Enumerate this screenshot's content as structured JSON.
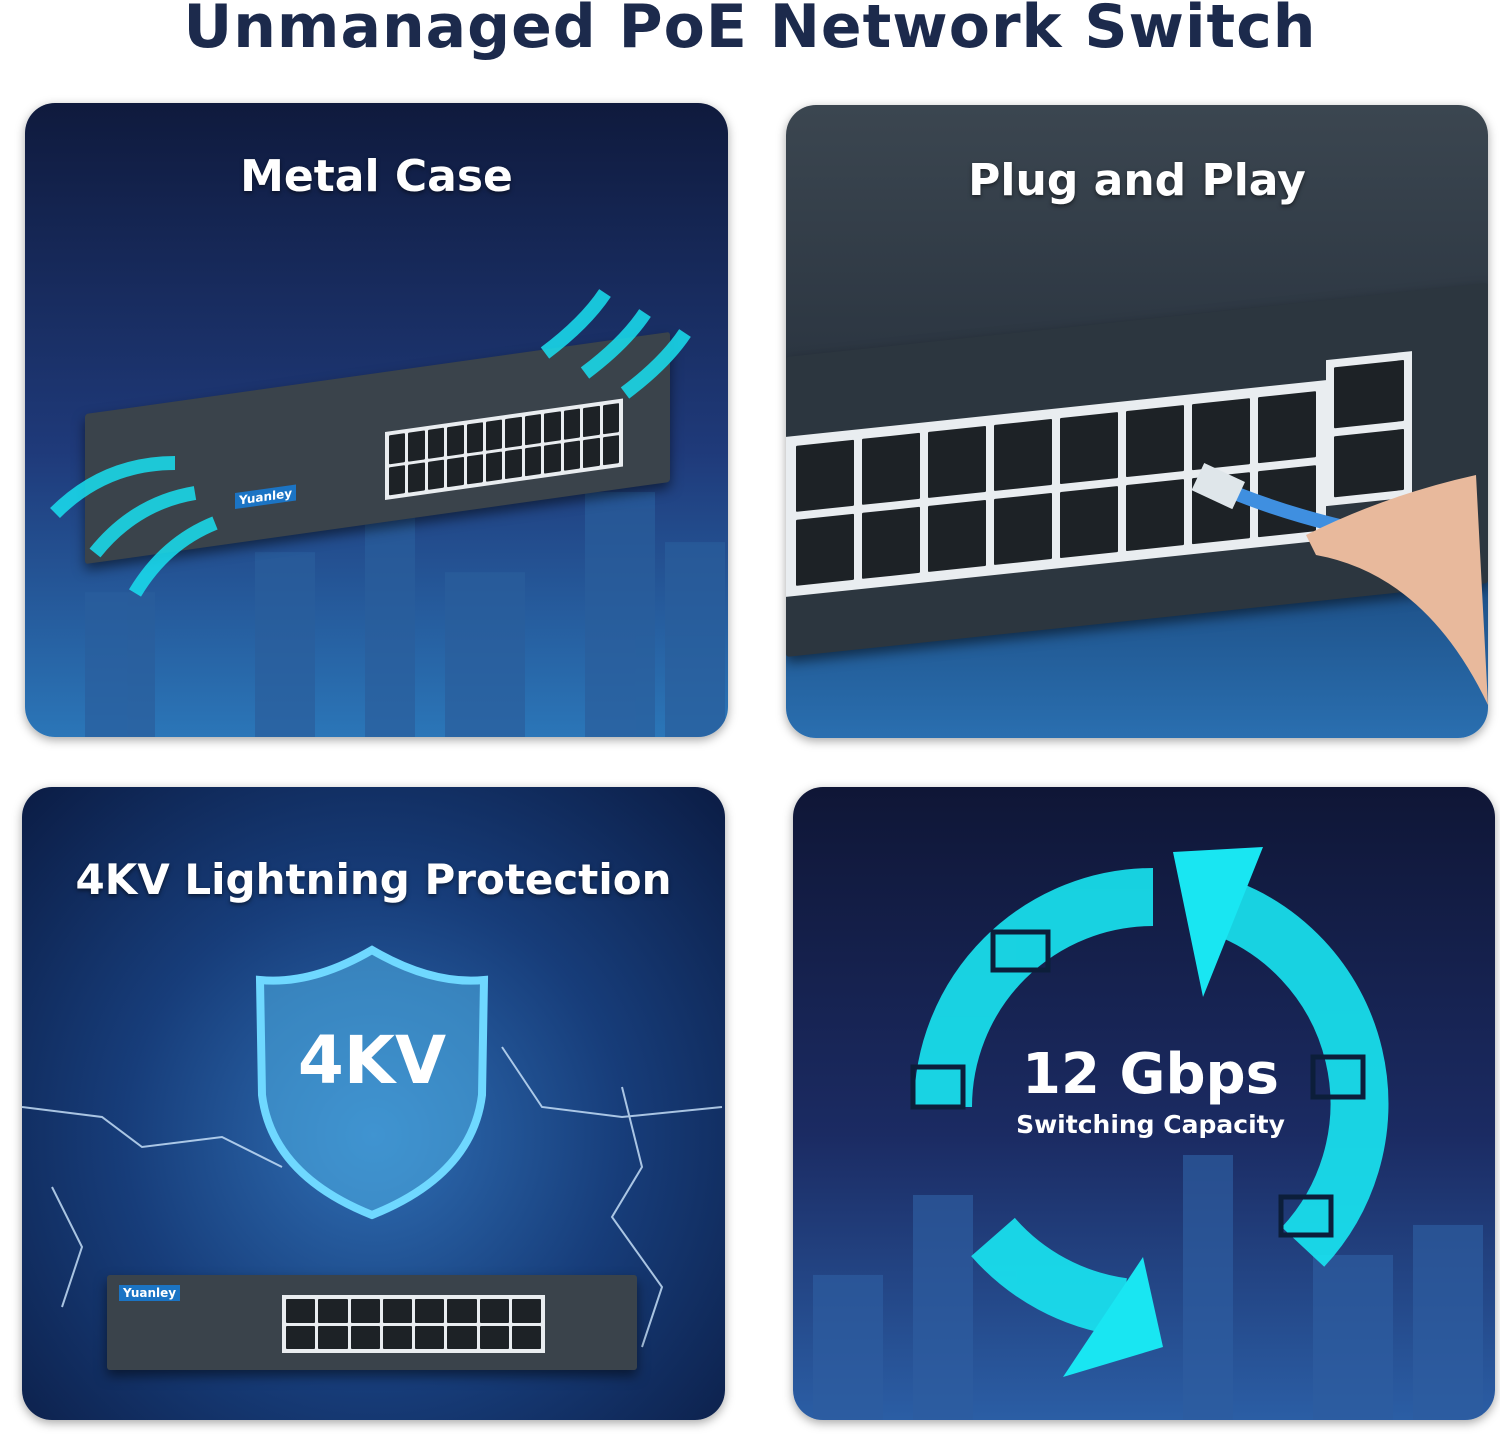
{
  "header": {
    "title": "Unmanaged PoE Network Switch"
  },
  "panels": [
    {
      "title": "Metal Case"
    },
    {
      "title": "Plug and Play"
    },
    {
      "title": "4KV Lightning Protection",
      "badge": "4KV"
    },
    {
      "title": "12 Gbps",
      "subtitle": "Switching Capacity"
    }
  ],
  "brand": "Yuanley",
  "colors": {
    "title": "#1c2a4c",
    "accent": "#19e0f0",
    "navy": "#0f1a3d"
  }
}
